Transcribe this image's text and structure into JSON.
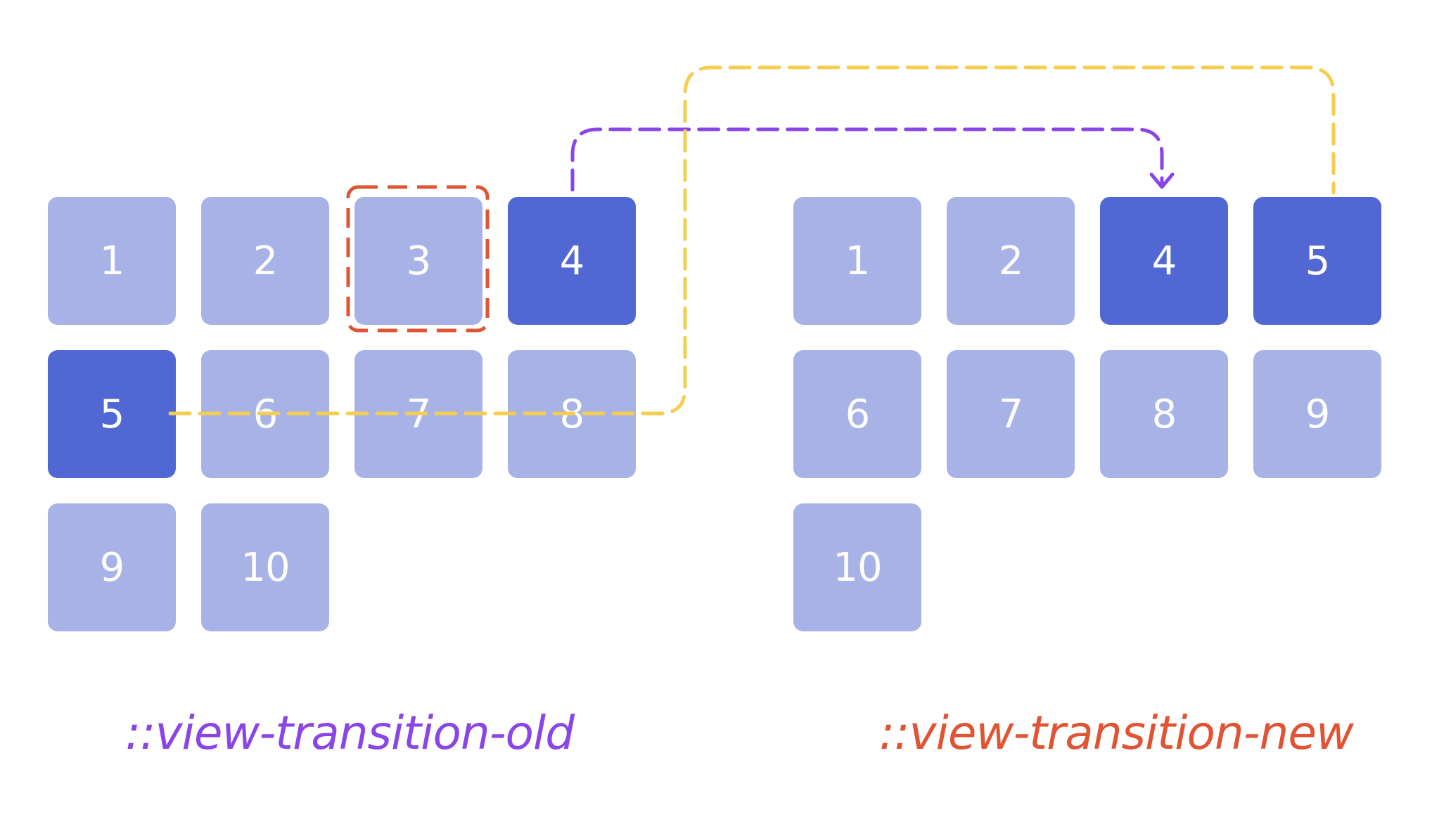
{
  "old_grid": {
    "tiles": [
      {
        "label": "1",
        "highlighted": false
      },
      {
        "label": "2",
        "highlighted": false
      },
      {
        "label": "3",
        "highlighted": false,
        "dashed_outline": true
      },
      {
        "label": "4",
        "highlighted": true
      },
      {
        "label": "5",
        "highlighted": true
      },
      {
        "label": "6",
        "highlighted": false
      },
      {
        "label": "7",
        "highlighted": false
      },
      {
        "label": "8",
        "highlighted": false
      },
      {
        "label": "9",
        "highlighted": false
      },
      {
        "label": "10",
        "highlighted": false
      }
    ],
    "caption": "::view-transition-old"
  },
  "new_grid": {
    "tiles": [
      {
        "label": "1",
        "highlighted": false
      },
      {
        "label": "2",
        "highlighted": false
      },
      {
        "label": "4",
        "highlighted": true
      },
      {
        "label": "5",
        "highlighted": true
      },
      {
        "label": "6",
        "highlighted": false
      },
      {
        "label": "7",
        "highlighted": false
      },
      {
        "label": "8",
        "highlighted": false
      },
      {
        "label": "9",
        "highlighted": false
      },
      {
        "label": "10",
        "highlighted": false
      }
    ],
    "caption": "::view-transition-new"
  },
  "colors": {
    "tile_light": "#a7b3e6",
    "tile_dark": "#5168d4",
    "purple": "#8a45e6",
    "orange": "#e05433",
    "yellow": "#f5cd4f"
  },
  "connectors": [
    {
      "from": "old tile 4",
      "to": "new tile 4",
      "color": "purple",
      "style": "dashed",
      "arrow": true
    },
    {
      "from": "old tile 5",
      "to": "new tile 5",
      "color": "yellow",
      "style": "dashed",
      "arrow": false
    }
  ]
}
